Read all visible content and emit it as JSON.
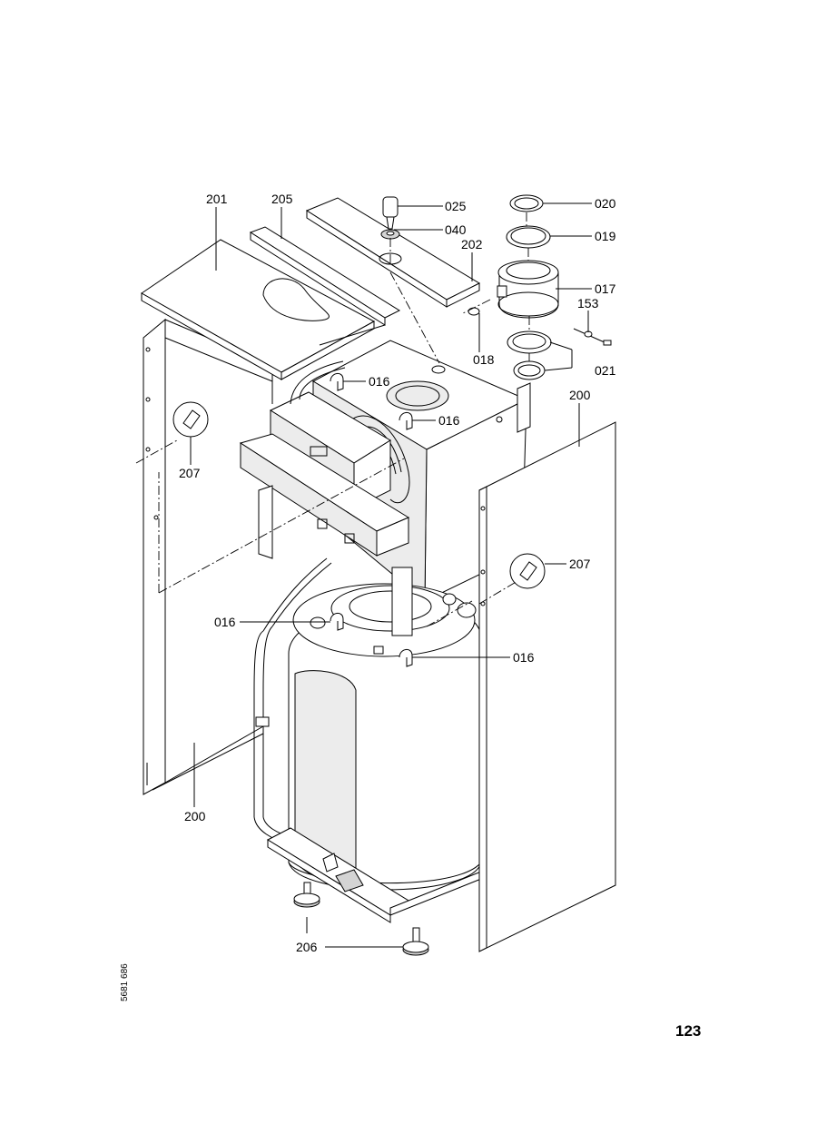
{
  "diagram": {
    "labels": {
      "l201": "201",
      "l205": "205",
      "l025": "025",
      "l040": "040",
      "l202": "202",
      "l020": "020",
      "l019": "019",
      "l017": "017",
      "l153": "153",
      "l018": "018",
      "l021": "021",
      "l016a": "016",
      "l016b": "016",
      "l016c": "016",
      "l016d": "016",
      "l200a": "200",
      "l200b": "200",
      "l207a": "207",
      "l207b": "207",
      "l206": "206"
    },
    "doc_number": "5681 686",
    "page_number": "123"
  }
}
